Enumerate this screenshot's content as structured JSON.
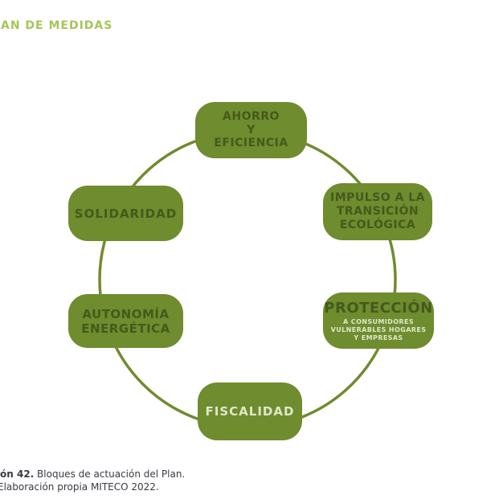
{
  "colors": {
    "green": "#6f8c2e",
    "dark-green-text": "#46591c",
    "light-green-text": "#dfe8cb",
    "title-green": "#a5c558",
    "caption-text": "#393944"
  },
  "header": {
    "title": "AN DE MEDIDAS"
  },
  "diagram": {
    "nodes": {
      "ahorro": {
        "lines": [
          "AHORRO",
          "Y",
          "EFICIENCIA"
        ]
      },
      "impulso": {
        "lines": [
          "IMPULSO A LA",
          "TRANSICIÓN",
          "ECOLÓGICA"
        ]
      },
      "proteccion": {
        "title": "PROTECCIÓN",
        "sub_lines": [
          "A CONSUMIDORES",
          "VULNERABLES HOGARES",
          "Y EMPRESAS"
        ]
      },
      "fiscalidad": {
        "label": "FISCALIDAD"
      },
      "autonomia": {
        "lines": [
          "AUTONOMÍA",
          "ENERGÉTICA"
        ]
      },
      "solidaridad": {
        "label": "SOLIDARIDAD"
      }
    }
  },
  "caption": {
    "figure_label": "ón 42.",
    "figure_text": " Bloques de actuación del Plan.",
    "source_text": "Elaboración propia MITECO 2022."
  }
}
